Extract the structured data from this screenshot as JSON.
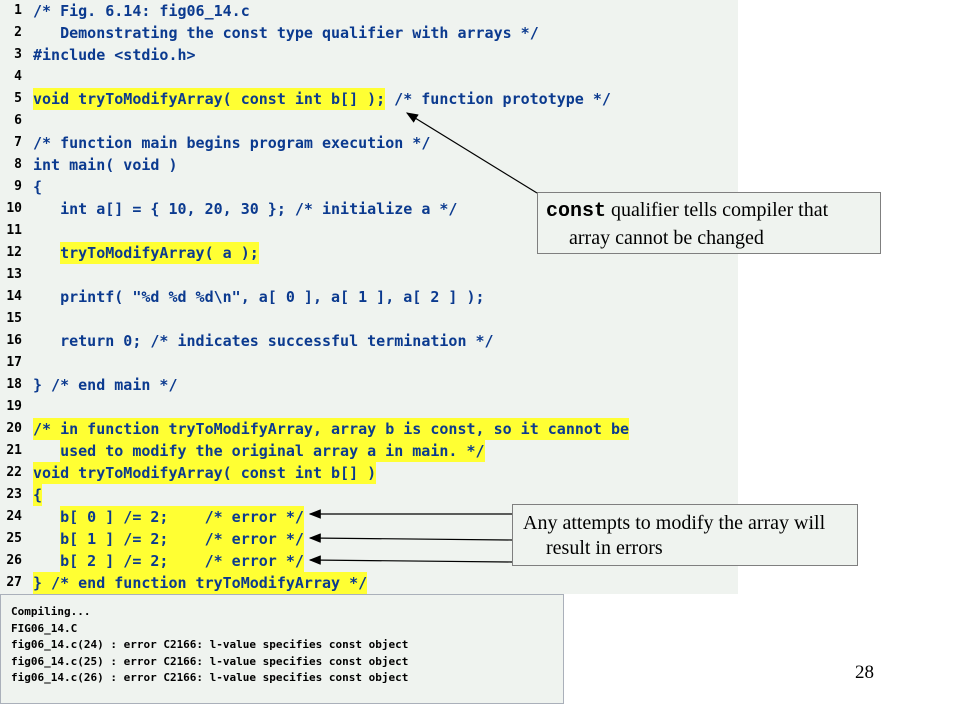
{
  "code": {
    "lines": [
      {
        "n": "1",
        "text": "/* Fig. 6.14: fig06_14.c",
        "hl": false
      },
      {
        "n": "2",
        "text": "   Demonstrating the const type qualifier with arrays */",
        "hl": false
      },
      {
        "n": "3",
        "text": "#include <stdio.h>",
        "hl": false
      },
      {
        "n": "4",
        "text": "",
        "hl": false
      },
      {
        "n": "5",
        "text": "void tryToModifyArray( const int b[] );",
        "hl": true,
        "rest": " /* function prototype */"
      },
      {
        "n": "6",
        "text": "",
        "hl": false
      },
      {
        "n": "7",
        "text": "/* function main begins program execution */",
        "hl": false
      },
      {
        "n": "8",
        "text": "int main( void )",
        "hl": false
      },
      {
        "n": "9",
        "text": "{",
        "hl": false
      },
      {
        "n": "10",
        "text": "   int a[] = { 10, 20, 30 }; /* initialize a */",
        "hl": false
      },
      {
        "n": "11",
        "text": "",
        "hl": false
      },
      {
        "n": "12",
        "text": "   tryToModifyArray( a );",
        "hl": true,
        "indent": 3
      },
      {
        "n": "13",
        "text": "",
        "hl": false
      },
      {
        "n": "14",
        "text": "   printf( \"%d %d %d\\n\", a[ 0 ], a[ 1 ], a[ 2 ] );",
        "hl": false
      },
      {
        "n": "15",
        "text": "",
        "hl": false
      },
      {
        "n": "16",
        "text": "   return 0; /* indicates successful termination */",
        "hl": false
      },
      {
        "n": "17",
        "text": "",
        "hl": false
      },
      {
        "n": "18",
        "text": "} /* end main */",
        "hl": false
      },
      {
        "n": "19",
        "text": "",
        "hl": false
      },
      {
        "n": "20",
        "text": "/* in function tryToModifyArray, array b is const, so it cannot be",
        "hl": true
      },
      {
        "n": "21",
        "text": "   used to modify the original array a in main. */",
        "hl": true,
        "indent": 3
      },
      {
        "n": "22",
        "text": "void tryToModifyArray( const int b[] )",
        "hl": true
      },
      {
        "n": "23",
        "text": "{",
        "hl": true
      },
      {
        "n": "24",
        "text": "   b[ 0 ] /= 2;    /* error */",
        "hl": true,
        "indent": 3
      },
      {
        "n": "25",
        "text": "   b[ 1 ] /= 2;    /* error */",
        "hl": true,
        "indent": 3
      },
      {
        "n": "26",
        "text": "   b[ 2 ] /= 2;    /* error */",
        "hl": true,
        "indent": 3
      },
      {
        "n": "27",
        "text": "} /* end function tryToModifyArray */",
        "hl": true
      }
    ]
  },
  "callouts": {
    "const_keyword": "const",
    "const_text_1": " qualifier tells compiler that",
    "const_text_2": "array cannot be changed",
    "errors_text_1": "Any attempts to modify the array will",
    "errors_text_2": "result in errors"
  },
  "output": {
    "lines": [
      "Compiling...",
      "FIG06_14.C",
      "fig06_14.c(24) : error C2166: l-value specifies const object",
      "fig06_14.c(25) : error C2166: l-value specifies const object",
      "fig06_14.c(26) : error C2166: l-value specifies const object"
    ]
  },
  "page_number": "28",
  "colors": {
    "code_text": "#0b3a8f",
    "highlight": "#ffff33",
    "panel_bg": "#eff3ef"
  }
}
